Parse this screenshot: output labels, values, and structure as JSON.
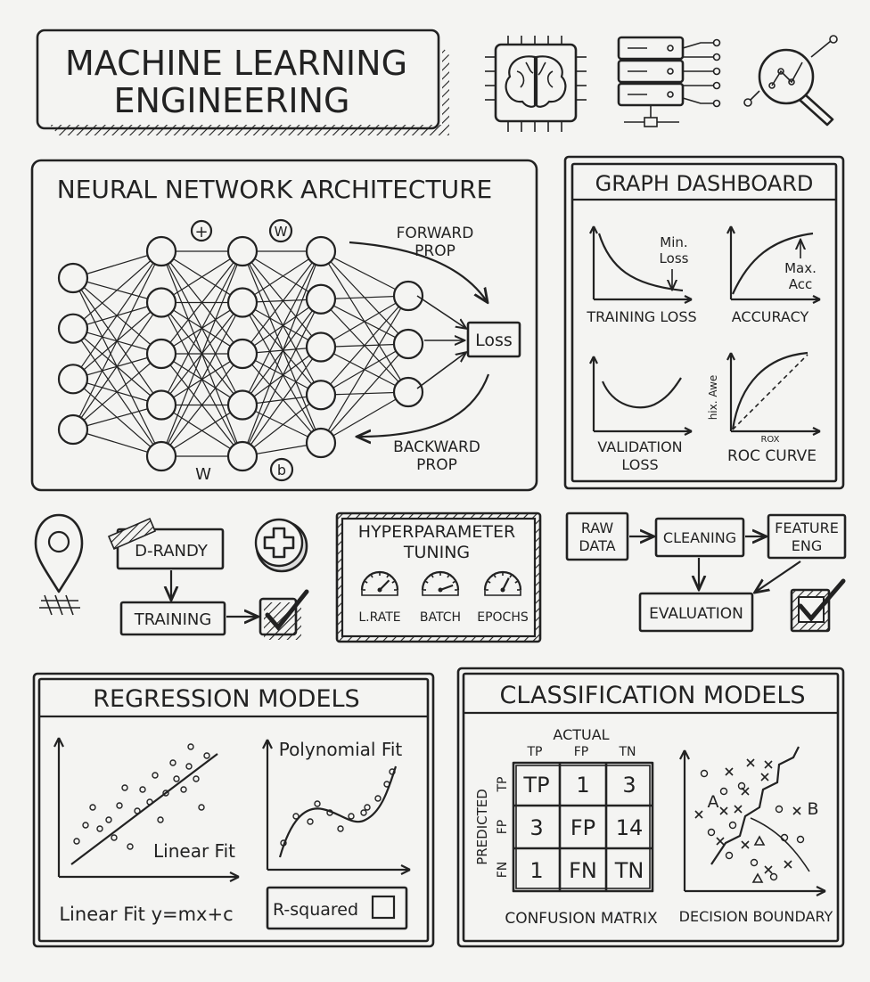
{
  "title": {
    "line1": "MACHINE LEARNING",
    "line2": "ENGINEERING"
  },
  "header_icons": [
    "brain-chip-icon",
    "server-rack-icon",
    "magnifier-chart-icon"
  ],
  "neural_network": {
    "title": "NEURAL NETWORK ARCHITECTURE",
    "layers": [
      4,
      5,
      5,
      5,
      3
    ],
    "symbols": {
      "plus": "+",
      "w_circle": "W",
      "w_bottom": "W",
      "b_circle": "b"
    },
    "forward_label": [
      "FORWARD",
      "PROP"
    ],
    "backward_label": [
      "BACKWARD",
      "PROP"
    ],
    "loss_label": "Loss"
  },
  "graph_dashboard": {
    "title": "GRAPH DASHBOARD",
    "charts": {
      "training_loss": {
        "label": "TRAINING LOSS",
        "annotation": [
          "Min.",
          "Loss"
        ]
      },
      "accuracy": {
        "label": "ACCURACY",
        "annotation": [
          "Max.",
          "Acc"
        ]
      },
      "validation_loss": {
        "label": [
          "VALIDATION",
          "LOSS"
        ]
      },
      "roc_curve": {
        "label": "ROC CURVE",
        "xaxis": "ROX",
        "yaxis": "hix. Awe"
      }
    }
  },
  "pipeline_left": {
    "top_label": "D-RANDY",
    "bottom_label": "TRAINING",
    "icons": [
      "location-pin-icon",
      "plus-circle-icon",
      "checkbox-checked-icon"
    ]
  },
  "hyperparameter": {
    "title": [
      "HYPERPARAMETER",
      "TUNING"
    ],
    "gauges": [
      "L.RATE",
      "BATCH",
      "EPOCHS"
    ]
  },
  "pipeline_right": {
    "raw": [
      "RAW",
      "DATA"
    ],
    "cleaning": "CLEANING",
    "feature": [
      "FEATURE",
      "ENG"
    ],
    "evaluation": "EVALUATION"
  },
  "regression": {
    "title": "REGRESSION MODELS",
    "linear_fit_label": "Linear Fit",
    "polynomial_fit_label": "Polynomial Fit",
    "equation": "Linear Fit  y=mx+c",
    "r_squared": "R-squared"
  },
  "classification": {
    "title": "CLASSIFICATION MODELS",
    "actual_label": "ACTUAL",
    "predicted_label": "PREDICTED",
    "col_headers": [
      "TP",
      "FP",
      "TN"
    ],
    "row_headers": [
      "TP",
      "FP",
      "FN"
    ],
    "matrix": [
      [
        "TP",
        "1",
        "3"
      ],
      [
        "3",
        "FP",
        "14"
      ],
      [
        "1",
        "FN",
        "TN"
      ]
    ],
    "matrix_label": "CONFUSION MATRIX",
    "boundary_label": "DECISION BOUNDARY",
    "class_a": "A",
    "class_b": "B"
  }
}
